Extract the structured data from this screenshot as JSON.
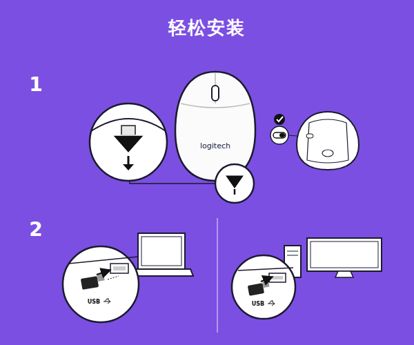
{
  "diagram": {
    "title": "轻松安装",
    "labels": [
      "1",
      "2",
      "logitech",
      "USB",
      "USB"
    ]
  }
}
